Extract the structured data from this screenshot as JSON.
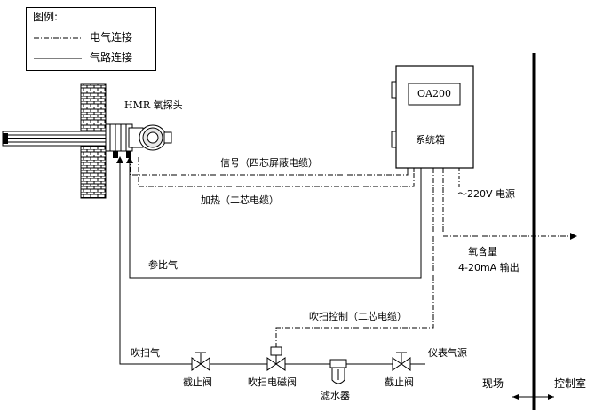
{
  "legend": {
    "title": "图例:",
    "electrical": "电气连接",
    "gas": "气路连接"
  },
  "probe_label": "HMR 氧探头",
  "analyzer": {
    "model": "OA200",
    "name": "系统箱"
  },
  "cables": {
    "signal": "信号（四芯屏蔽电缆）",
    "heating": "加热（二芯电缆）",
    "purge_control": "吹扫控制（二芯电缆）"
  },
  "power": "～220V 电源",
  "output": {
    "line1": "氧含量",
    "line2": "4-20mA 输出"
  },
  "gas_lines": {
    "reference": "参比气",
    "purge": "吹扫气",
    "instrument_air": "仪表气源"
  },
  "components": {
    "valve_left": "截止阀",
    "solenoid_valve": "吹扫电磁阀",
    "filter": "滤水器",
    "valve_right": "截止阀"
  },
  "zones": {
    "field": "现场",
    "control_room": "控制室"
  }
}
